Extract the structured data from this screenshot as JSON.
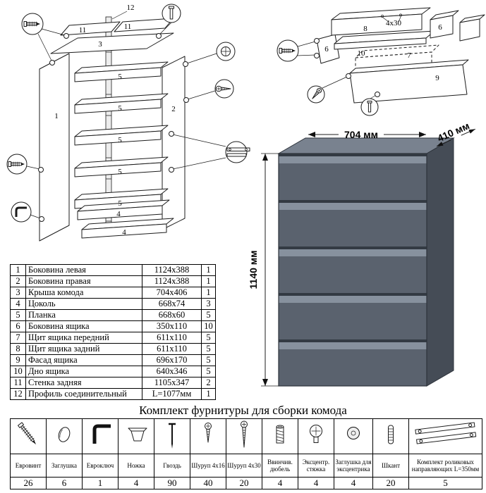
{
  "page": {
    "title": "Комплект фурнитуры для сборки комода"
  },
  "dimensions": {
    "width": "704 мм",
    "depth": "410 мм",
    "height": "1140 мм"
  },
  "exploded_view": {
    "labels": {
      "p12": "12",
      "p11a": "11",
      "p11b": "11",
      "p3": "3",
      "p1": "1",
      "p2": "2",
      "p5a": "5",
      "p5b": "5",
      "p5c": "5",
      "p5d": "5",
      "p5e": "5",
      "p4a": "4",
      "p4b": "4"
    }
  },
  "drawer_view": {
    "labels": {
      "p8": "8",
      "screw_size": "4x30",
      "p6a": "6",
      "p6b": "6",
      "p10": "10",
      "p7": "7",
      "p9": "9"
    }
  },
  "parts_table": {
    "rows": [
      {
        "num": "1",
        "name": "Боковина левая",
        "size": "1124x388",
        "qty": "1"
      },
      {
        "num": "2",
        "name": "Боковина правая",
        "size": "1124x388",
        "qty": "1"
      },
      {
        "num": "3",
        "name": "Крыша комода",
        "size": "704x406",
        "qty": "1"
      },
      {
        "num": "4",
        "name": "Цоколь",
        "size": "668x74",
        "qty": "3"
      },
      {
        "num": "5",
        "name": "Планка",
        "size": "668x60",
        "qty": "5"
      },
      {
        "num": "6",
        "name": "Боковина ящика",
        "size": "350x110",
        "qty": "10"
      },
      {
        "num": "7",
        "name": "Щит ящика передний",
        "size": "611x110",
        "qty": "5"
      },
      {
        "num": "8",
        "name": "Щит ящика задний",
        "size": "611x110",
        "qty": "5"
      },
      {
        "num": "9",
        "name": "Фасад ящика",
        "size": "696x170",
        "qty": "5"
      },
      {
        "num": "10",
        "name": "Дно ящика",
        "size": "640x346",
        "qty": "5"
      },
      {
        "num": "11",
        "name": "Стенка задняя",
        "size": "1105x347",
        "qty": "2"
      },
      {
        "num": "12",
        "name": "Профиль соединительный",
        "size": "L=1077мм",
        "qty": "1"
      }
    ]
  },
  "hardware": {
    "items": [
      {
        "name": "Евровинт",
        "qty": "26",
        "icon": "euroscrew-icon"
      },
      {
        "name": "Заглушка",
        "qty": "6",
        "icon": "cap-icon"
      },
      {
        "name": "Евроключ",
        "qty": "1",
        "icon": "hex-key-icon"
      },
      {
        "name": "Ножка",
        "qty": "4",
        "icon": "leg-icon"
      },
      {
        "name": "Гвоздь",
        "qty": "90",
        "icon": "nail-icon"
      },
      {
        "name": "Шуруп 4x16",
        "qty": "40",
        "icon": "screw-short-icon"
      },
      {
        "name": "Шуруп 4x30",
        "qty": "20",
        "icon": "screw-long-icon"
      },
      {
        "name": "Ввинчив. дюбель",
        "qty": "4",
        "icon": "dowel-screw-icon"
      },
      {
        "name": "Эксцентр. стяжка",
        "qty": "4",
        "icon": "cam-lock-icon"
      },
      {
        "name": "Заглушка для эксцентрика",
        "qty": "4",
        "icon": "cam-cap-icon"
      },
      {
        "name": "Шкант",
        "qty": "20",
        "icon": "wood-dowel-icon"
      },
      {
        "name": "Комплект роликовых направляющих L=350мм",
        "qty": "5",
        "icon": "drawer-rails-icon"
      }
    ]
  }
}
